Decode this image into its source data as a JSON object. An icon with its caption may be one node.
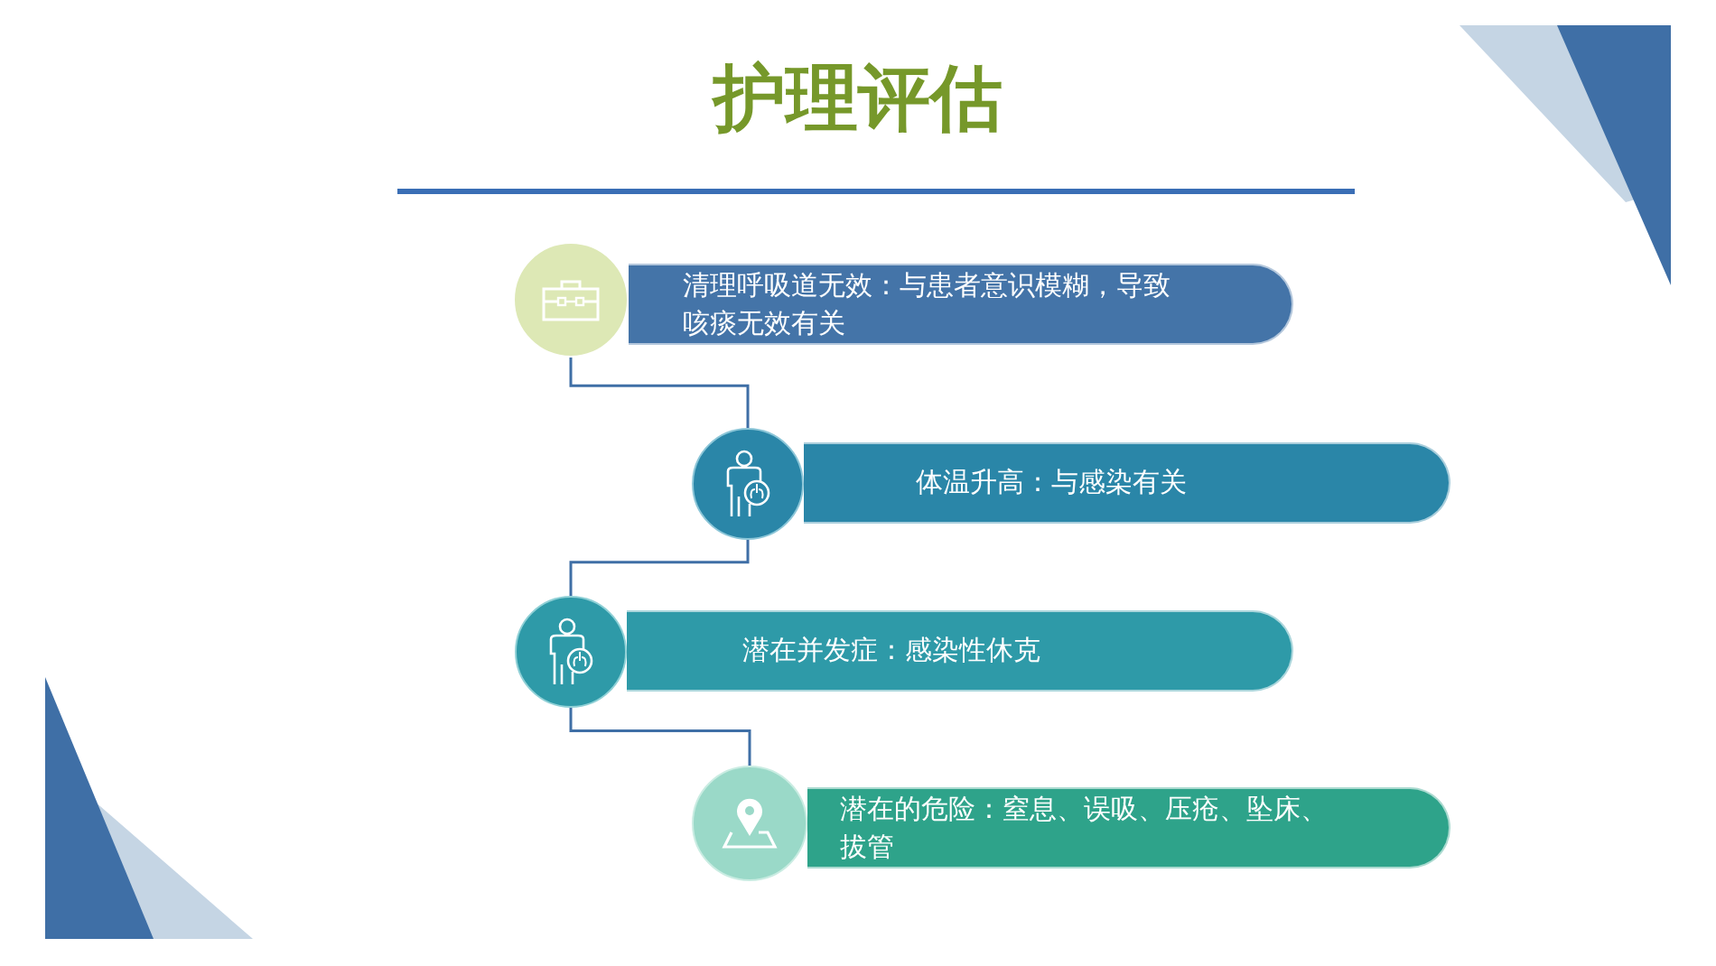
{
  "diagram": {
    "title": "护理评估",
    "nodes": [
      {
        "text": [],
        "shape": "circle"
      },
      {
        "text": [
          "清理呼吸道无效：与患者意识模糊，导致咳痰无效有关"
        ]
      },
      {
        "text": [],
        "shape": "circle"
      },
      {
        "text": [
          "体温升高：与感染有关"
        ]
      },
      {
        "text": [],
        "shape": "circle"
      },
      {
        "text": [
          "潜在并发症：感染性休克"
        ]
      },
      {
        "text": [],
        "shape": "circle"
      },
      {
        "text": [
          "潜在的危险：窒息、误吸、压疮、坠床、拔管"
        ]
      }
    ],
    "edges": [
      {
        "from": 0,
        "to": 2,
        "arrow": "none"
      },
      {
        "from": 2,
        "to": 4,
        "arrow": "none"
      },
      {
        "from": 4,
        "to": 6,
        "arrow": "none"
      }
    ]
  }
}
